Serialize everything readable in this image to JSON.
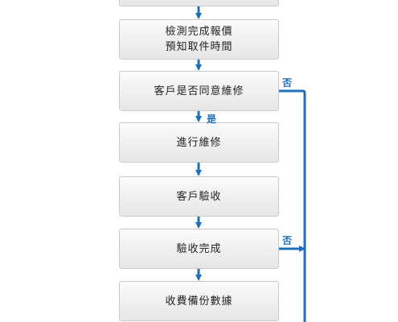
{
  "steps": [
    {
      "lines": []
    },
    {
      "lines": [
        "檢測完成報價",
        "預知取件時間"
      ]
    },
    {
      "lines": [
        "客戶是否同意維修"
      ]
    },
    {
      "lines": [
        "進行維修"
      ]
    },
    {
      "lines": [
        "客戶驗收"
      ]
    },
    {
      "lines": [
        "驗收完成"
      ]
    },
    {
      "lines": [
        "收費備份數據"
      ]
    }
  ],
  "edge_labels": {
    "yes": "是",
    "no_1": "否",
    "no_2": "否"
  },
  "colors": {
    "arrow": "#1f6fb8",
    "box_border": "#c9c9c9"
  }
}
